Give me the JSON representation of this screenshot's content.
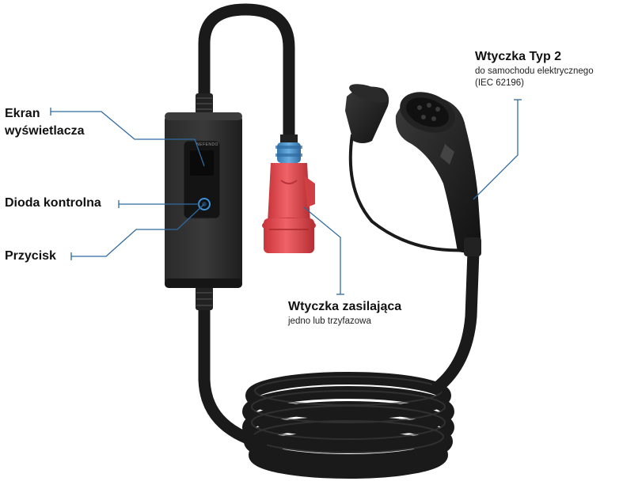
{
  "device": {
    "brand_text": "NEFENDO"
  },
  "labels": {
    "screen": {
      "line1": "Ekran",
      "line2": "wyświetlacza"
    },
    "led": {
      "title": "Dioda kontrolna"
    },
    "button": {
      "title": "Przycisk"
    },
    "power_plug": {
      "title": "Wtyczka zasilająca",
      "subtitle": "jedno lub trzyfazowa"
    },
    "type2_plug": {
      "title": "Wtyczka Typ 2",
      "subtitle1": "do samochodu elektrycznego",
      "subtitle2": "(IEC 62196)"
    }
  },
  "colors": {
    "leader_line": "#2f6aa0",
    "cable": "#1a1a1a",
    "plug_red": "#e0474c",
    "plug_blue": "#4a8fc8",
    "led_ring": "#3d8fd6"
  }
}
